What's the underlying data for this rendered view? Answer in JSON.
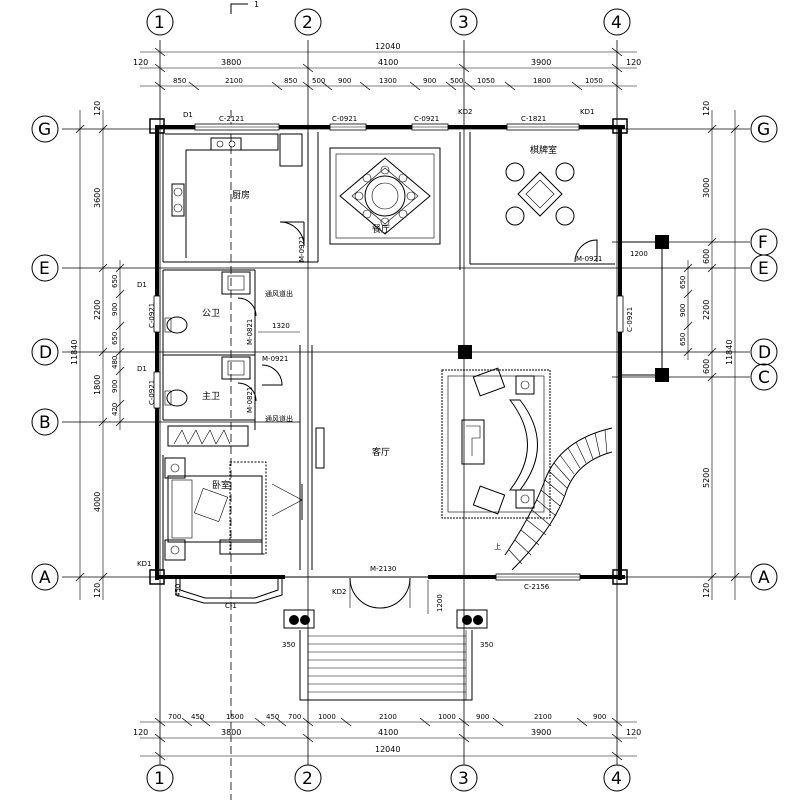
{
  "section_mark": "1",
  "axes_vertical": [
    "1",
    "2",
    "3",
    "4"
  ],
  "axes_horizontal": [
    "G",
    "F",
    "E",
    "D",
    "C",
    "B",
    "A"
  ],
  "dims_top": {
    "total": "12040",
    "overhang_left": "120",
    "overhang_right": "120",
    "bays": [
      "3800",
      "4100",
      "3900"
    ],
    "detail": [
      "850",
      "2100",
      "850",
      "500",
      "900",
      "1300",
      "900",
      "500",
      "1050",
      "1800",
      "1050"
    ]
  },
  "dims_bottom": {
    "total": "12040",
    "overhang_left": "120",
    "overhang_right": "120",
    "bays": [
      "3800",
      "4100",
      "3900"
    ],
    "detail": [
      "700",
      "450",
      "1500",
      "450",
      "700",
      "1000",
      "2100",
      "1000",
      "900",
      "2100",
      "900"
    ]
  },
  "dims_left": {
    "total": "11840",
    "bays": [
      "120",
      "3600",
      "2200",
      "1800",
      "4000",
      "120"
    ],
    "detail": [
      "650",
      "900",
      "650",
      "480",
      "900",
      "420"
    ]
  },
  "dims_right": {
    "total": "11840",
    "bays": [
      "120",
      "3000",
      "600",
      "2200",
      "600",
      "5200",
      "120"
    ],
    "detail": [
      "650",
      "900",
      "650"
    ]
  },
  "rooms": {
    "kitchen": "厨房",
    "dining": "餐厅",
    "chess": "棋牌室",
    "public_wc": "公卫",
    "master_wc": "主卫",
    "bedroom": "卧室",
    "living": "客厅"
  },
  "openings": {
    "d1_top": "D1",
    "c2121": "C-2121",
    "c0921_a": "C-0921",
    "c0921_b": "C-0921",
    "kd2_top": "KD2",
    "c1821": "C-1821",
    "kd1_top": "KD1",
    "m0921_kitchen": "M-0921",
    "m0921_chess": "M-0921",
    "d1_pub": "D1",
    "c0921_pub": "C-0921",
    "m0821_pub": "M-0821",
    "d1_master": "D1",
    "c0921_master": "C-0921",
    "m0821_master": "M-0821",
    "m0921_bed": "M-0921",
    "c0921_right": "C-0921",
    "kd1_bottom": "KD1",
    "c1": "C-1",
    "kd2_bottom": "KD2",
    "m2130": "M-2130",
    "c2156": "C-2156",
    "up": "上"
  },
  "notes": {
    "dim_1200_f": "1200",
    "dim_1320": "1320",
    "dim_1200_entry": "1200",
    "dim_450": "450",
    "dim_350_l": "350",
    "dim_350_r": "350",
    "note_a": "通风道出",
    "note_b": "通风道出"
  }
}
